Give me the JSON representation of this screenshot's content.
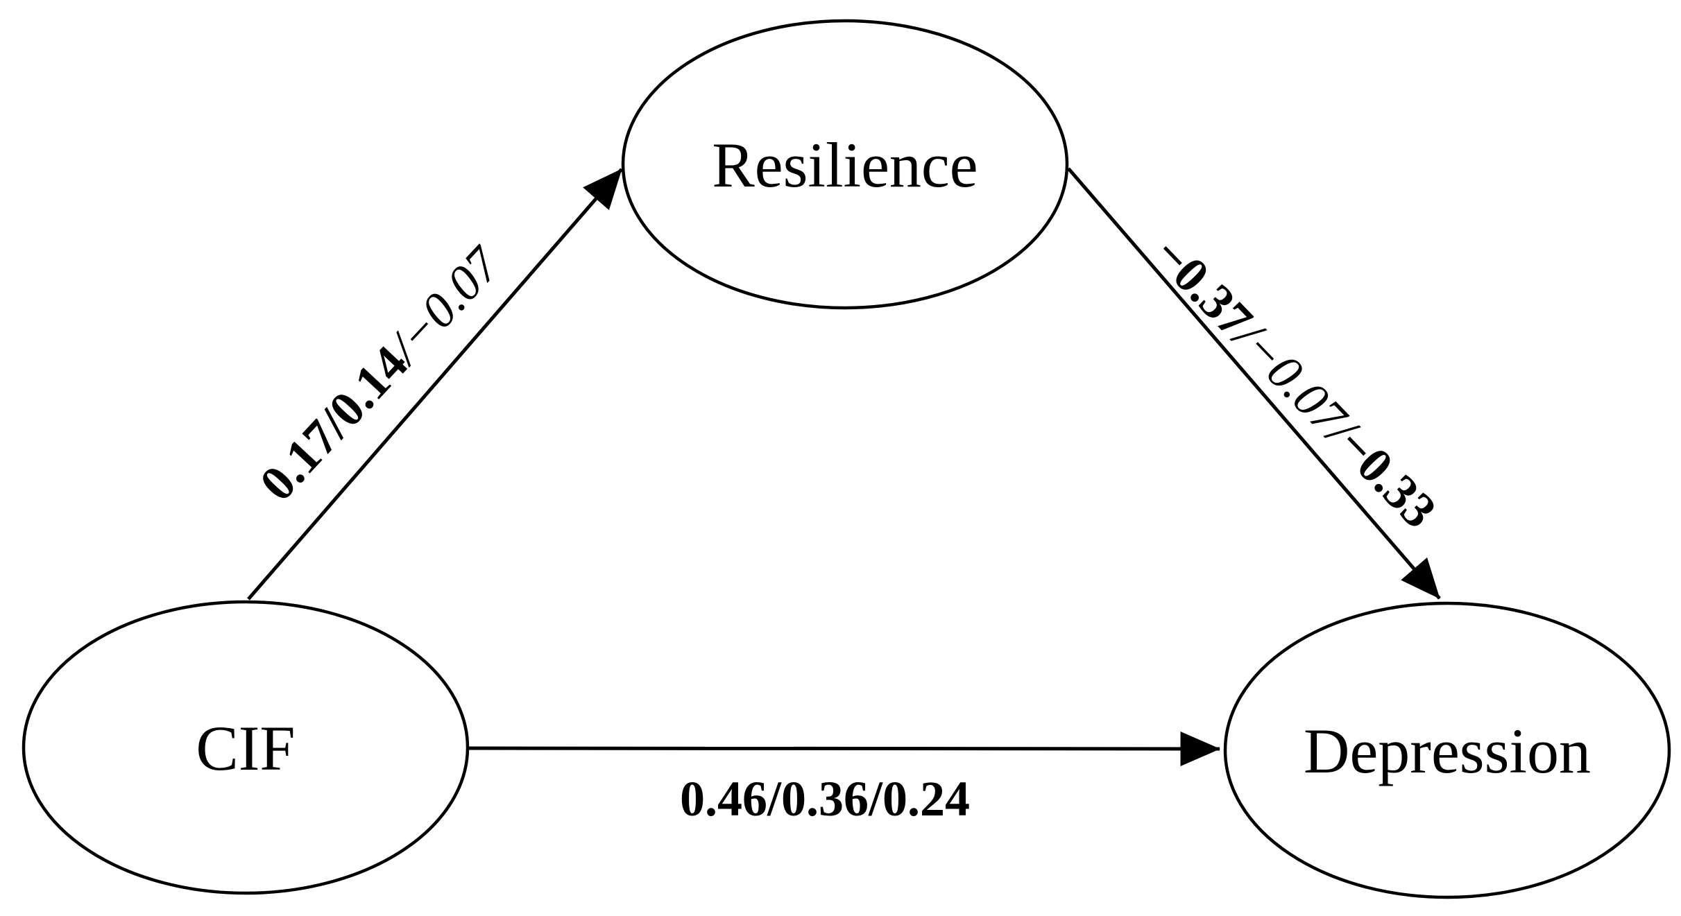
{
  "figure": {
    "type": "path-diagram",
    "background_color": "#ffffff",
    "stroke_color": "#000000",
    "nodes": [
      {
        "id": "resilience",
        "label": "Resilience",
        "shape": "ellipse"
      },
      {
        "id": "cif",
        "label": "CIF",
        "shape": "ellipse"
      },
      {
        "id": "depression",
        "label": "Depression",
        "shape": "ellipse"
      }
    ],
    "edges": [
      {
        "id": "cif-to-resilience",
        "from": "CIF",
        "to": "Resilience",
        "label_full": "0.17/0.14/−0.07",
        "segments": [
          {
            "text": "0.17/0.14",
            "emphasis": "bold"
          },
          {
            "text": "/−0.07",
            "emphasis": "italic"
          }
        ]
      },
      {
        "id": "resilience-to-depression",
        "from": "Resilience",
        "to": "Depression",
        "label_full": "−0.37/−0.07/−0.33",
        "segments": [
          {
            "text": "−0.37",
            "emphasis": "bold"
          },
          {
            "text": "/−0.07/",
            "emphasis": "italic"
          },
          {
            "text": "−0.33",
            "emphasis": "bold"
          }
        ]
      },
      {
        "id": "cif-to-depression",
        "from": "CIF",
        "to": "Depression",
        "label_full": "0.46/0.36/0.24",
        "segments": [
          {
            "text": "0.46/0.36/0.24",
            "emphasis": "bold"
          }
        ]
      }
    ]
  }
}
